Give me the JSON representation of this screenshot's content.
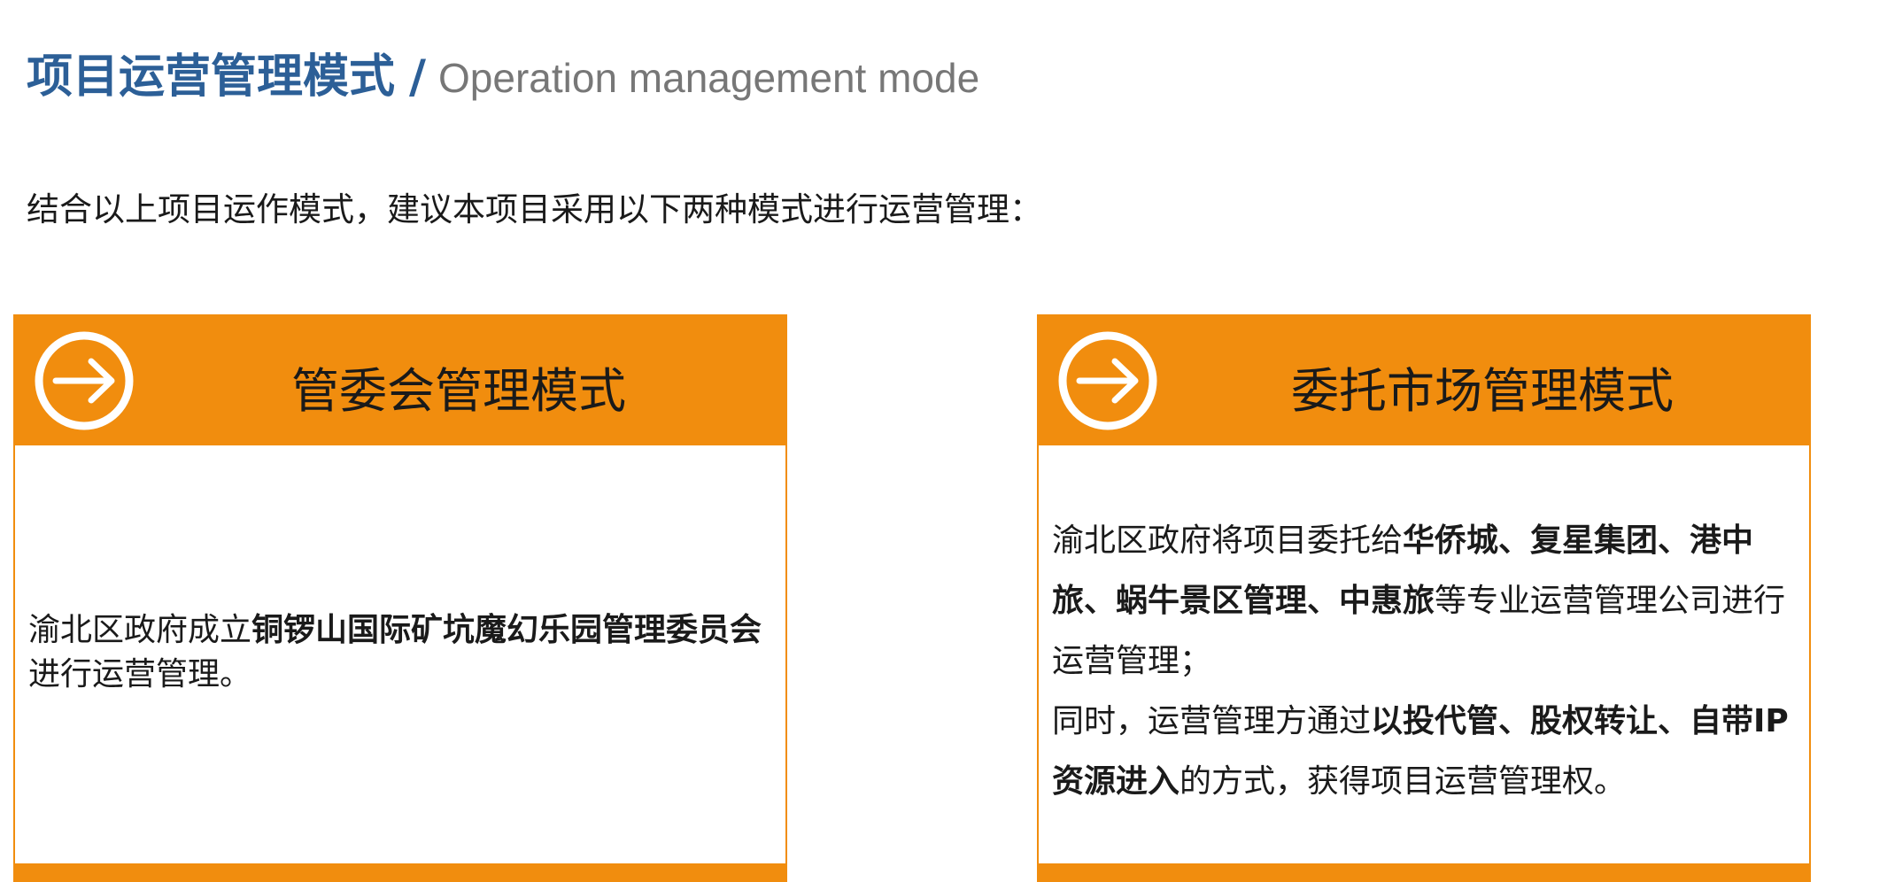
{
  "header": {
    "title_cn": "项目运营管理模式",
    "separator": "/",
    "title_en": "Operation management mode"
  },
  "intro": "结合以上项目运作模式，建议本项目采用以下两种模式进行运营管理：",
  "cards": [
    {
      "icon": "arrow-right-circle-icon",
      "title": "管委会管理模式",
      "body": {
        "p1_a": "渝北区政府成立",
        "p1_b": "铜锣山国际矿坑魔幻乐园管理委员会",
        "p1_c": "进行运营管理。"
      }
    },
    {
      "icon": "arrow-right-circle-icon",
      "title": "委托市场管理模式",
      "body": {
        "p1_a": "渝北区政府将项目委托给",
        "p1_b": "华侨城、复星集团、港中旅、蜗牛景区管理、中惠旅",
        "p1_c": "等专业运营管理公司进行运营管理；",
        "p2_a": "同时，运营管理方通过",
        "p2_b": "以投代管、股权转让、自带IP资源进入",
        "p2_c": "的方式，获得项目运营管理权。"
      }
    }
  ],
  "colors": {
    "accent_orange": "#f18d0e",
    "title_blue": "#2c5f97",
    "subtitle_gray": "#777777"
  }
}
